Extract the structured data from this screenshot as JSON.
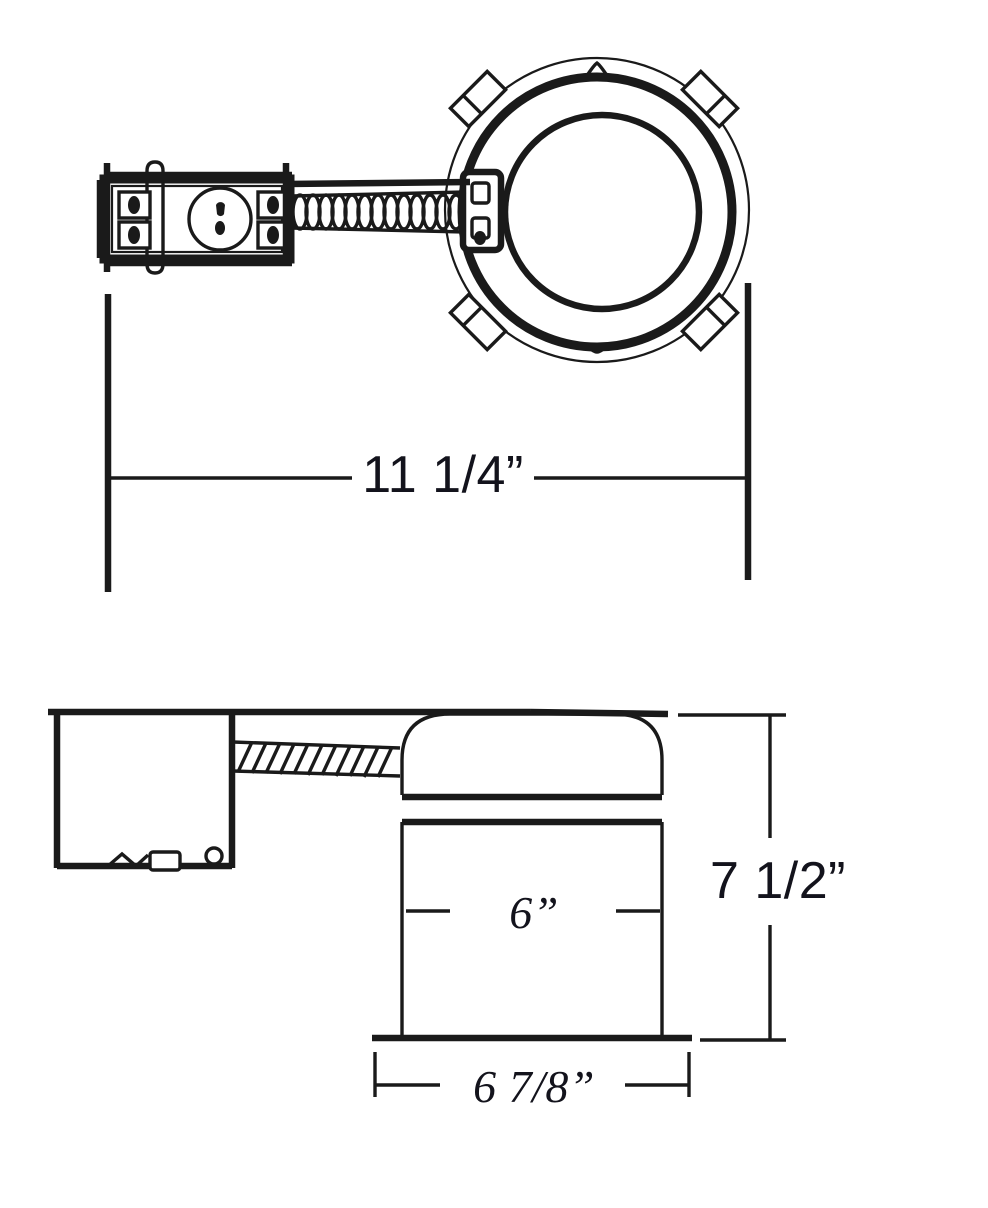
{
  "document": {
    "type": "technical-drawing",
    "subject": "recessed can light housing with remote junction box",
    "background_color": "#ffffff",
    "line_color": "#1a1a1a"
  },
  "views": {
    "top": {
      "name": "top-view",
      "components": [
        "junction-box",
        "flexible-conduit",
        "housing-outer-ring",
        "housing-inner-ring",
        "mounting-tabs",
        "conduit-bracket"
      ],
      "mounting_tab_count": 4
    },
    "side": {
      "name": "side-view",
      "components": [
        "ceiling-line",
        "junction-box",
        "flexible-conduit",
        "can-housing",
        "can-dome-top",
        "can-band",
        "can-bottom-flange",
        "junction-box-bracket"
      ]
    }
  },
  "dimensions": {
    "overall_length": {
      "label": "11 1/4”",
      "view": "top-view",
      "orientation": "horizontal"
    },
    "aperture_width": {
      "label": "6”",
      "view": "side-view",
      "orientation": "horizontal"
    },
    "overall_height": {
      "label": "7 1/2”",
      "view": "side-view",
      "orientation": "vertical"
    },
    "housing_width": {
      "label": "6 7/8”",
      "view": "side-view",
      "orientation": "horizontal"
    }
  }
}
